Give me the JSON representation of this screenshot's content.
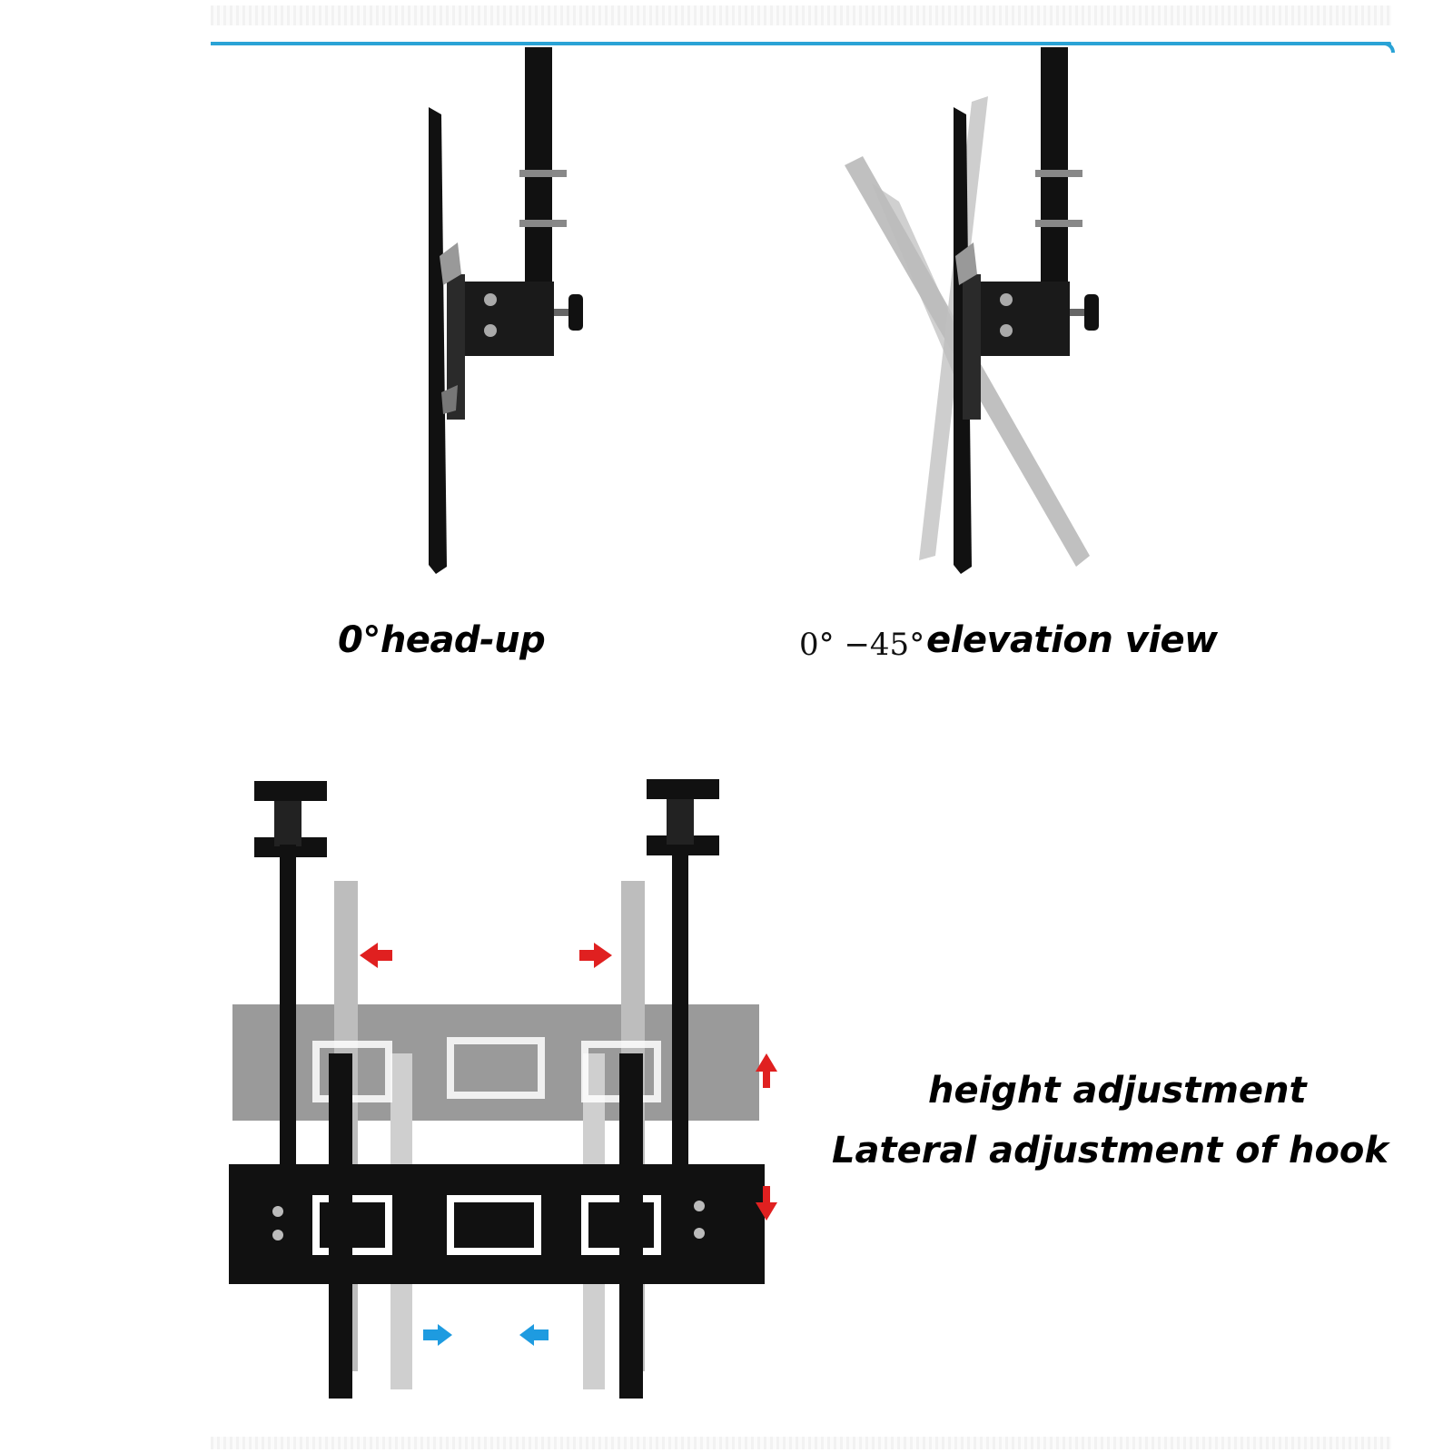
{
  "labels": {
    "head_up": "0°head-up",
    "elevation_prefix": "0°  −45°",
    "elevation": "elevation view",
    "height": "height adjustment",
    "lateral": "Lateral adjustment of hook"
  },
  "colors": {
    "accent_line": "#2aa3d6",
    "arrow_red": "#e02020",
    "arrow_blue": "#1e9be0",
    "metal_dark": "#111111",
    "ghost_gray": "#a9a9a9"
  }
}
